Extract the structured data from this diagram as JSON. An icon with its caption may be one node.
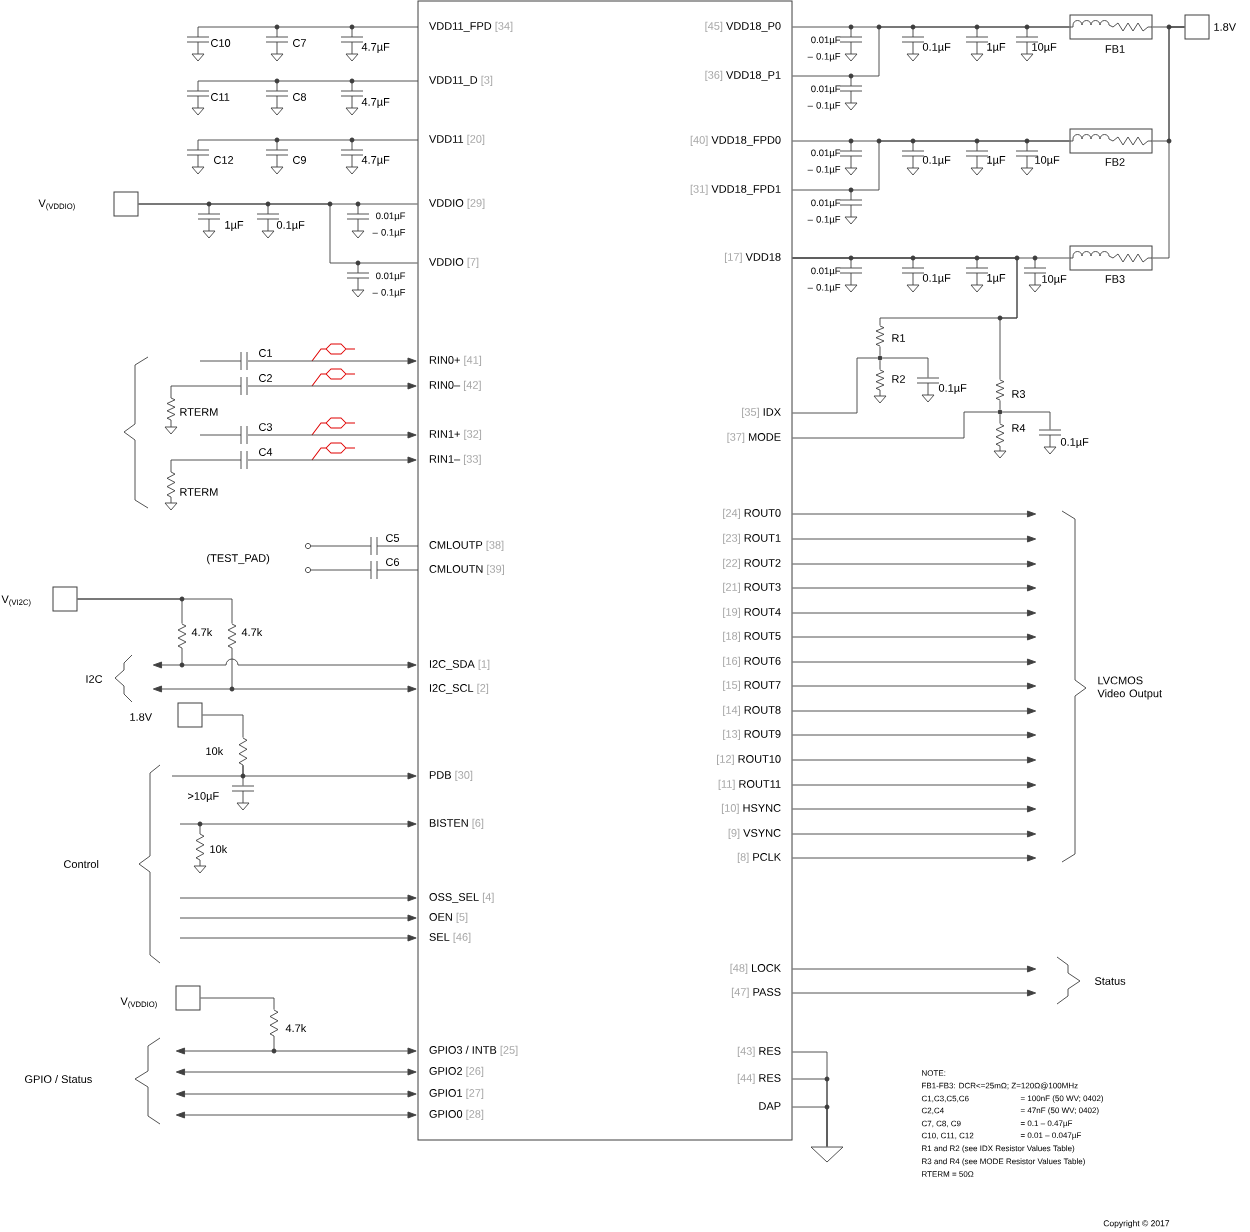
{
  "diagram": {
    "nodes": [
      {
        "text": [],
        "shape": "box"
      },
      {
        "text": [
          "VDD11_FPD",
          "[34]"
        ],
        "in": 0
      },
      {
        "text": [
          "VDD11_D",
          "[3]"
        ],
        "in": 0
      },
      {
        "text": [
          "VDD11",
          "[20]"
        ],
        "in": 0
      },
      {
        "text": [
          "VDDIO",
          "[29]"
        ],
        "in": 0
      },
      {
        "text": [
          "VDDIO",
          "[7]"
        ],
        "in": 0
      },
      {
        "text": [
          "RIN0+",
          "[41]"
        ],
        "in": 0
      },
      {
        "text": [
          "RIN0–",
          "[42]"
        ],
        "in": 0
      },
      {
        "text": [
          "RIN1+",
          "[32]"
        ],
        "in": 0
      },
      {
        "text": [
          "RIN1–",
          "[33]"
        ],
        "in": 0
      },
      {
        "text": [
          "CMLOUTP",
          "[38]"
        ],
        "in": 0
      },
      {
        "text": [
          "CMLOUTN",
          "[39]"
        ],
        "in": 0
      },
      {
        "text": [
          "I2C_SDA",
          "[1]"
        ],
        "in": 0
      },
      {
        "text": [
          "I2C_SCL",
          "[2]"
        ],
        "in": 0
      },
      {
        "text": [
          "PDB",
          "[30]"
        ],
        "in": 0
      },
      {
        "text": [
          "BISTEN",
          "[6]"
        ],
        "in": 0
      },
      {
        "text": [
          "OSS_SEL",
          "[4]"
        ],
        "in": 0
      },
      {
        "text": [
          "OEN",
          "[5]"
        ],
        "in": 0
      },
      {
        "text": [
          "SEL",
          "[46]"
        ],
        "in": 0
      },
      {
        "text": [
          "GPIO3 / INTB",
          "[25]"
        ],
        "in": 0
      },
      {
        "text": [
          "GPIO2",
          "[26]"
        ],
        "in": 0
      },
      {
        "text": [
          "GPIO1",
          "[27]"
        ],
        "in": 0
      },
      {
        "text": [
          "GPIO0",
          "[28]"
        ],
        "in": 0
      },
      {
        "text": [
          "[45]",
          "VDD18_P0"
        ],
        "in": 0
      },
      {
        "text": [
          "[36]",
          "VDD18_P1"
        ],
        "in": 0
      },
      {
        "text": [
          "[40]",
          "VDD18_FPD0"
        ],
        "in": 0
      },
      {
        "text": [
          "[31]",
          "VDD18_FPD1"
        ],
        "in": 0
      },
      {
        "text": [
          "[17]",
          "VDD18"
        ],
        "in": 0
      },
      {
        "text": [
          "[35]",
          "IDX"
        ],
        "in": 0
      },
      {
        "text": [
          "[37]",
          "MODE"
        ],
        "in": 0
      },
      {
        "text": [
          "[24]",
          "ROUT0"
        ],
        "in": 0
      },
      {
        "text": [
          "[23]",
          "ROUT1"
        ],
        "in": 0
      },
      {
        "text": [
          "[22]",
          "ROUT2"
        ],
        "in": 0
      },
      {
        "text": [
          "[21]",
          "ROUT3"
        ],
        "in": 0
      },
      {
        "text": [
          "[19]",
          "ROUT4"
        ],
        "in": 0
      },
      {
        "text": [
          "[18]",
          "ROUT5"
        ],
        "in": 0
      },
      {
        "text": [
          "[16]",
          "ROUT6"
        ],
        "in": 0
      },
      {
        "text": [
          "[15]",
          "ROUT7"
        ],
        "in": 0
      },
      {
        "text": [
          "[14]",
          "ROUT8"
        ],
        "in": 0
      },
      {
        "text": [
          "[13]",
          "ROUT9"
        ],
        "in": 0
      },
      {
        "text": [
          "[12]",
          "ROUT10"
        ],
        "in": 0
      },
      {
        "text": [
          "[11]",
          "ROUT11"
        ],
        "in": 0
      },
      {
        "text": [
          "[10]",
          "HSYNC"
        ],
        "in": 0
      },
      {
        "text": [
          "[9]",
          "VSYNC"
        ],
        "in": 0
      },
      {
        "text": [
          "[8]",
          "PCLK"
        ],
        "in": 0
      },
      {
        "text": [
          "[48]",
          "LOCK"
        ],
        "in": 0
      },
      {
        "text": [
          "[47]",
          "PASS"
        ],
        "in": 0
      },
      {
        "text": [
          "[43]",
          "RES"
        ],
        "in": 0
      },
      {
        "text": [
          "[44]",
          "RES"
        ],
        "in": 0
      },
      {
        "text": [
          "DAP"
        ],
        "in": 0
      },
      {
        "text": [],
        "shape": "box",
        "beside": [
          "FB1"
        ]
      },
      {
        "text": [],
        "shape": "box",
        "beside": [
          "FB2"
        ]
      },
      {
        "text": [],
        "shape": "box",
        "beside": [
          "FB3"
        ]
      },
      {
        "text": [],
        "shape": "box",
        "beside": [
          "1.8V"
        ]
      },
      {
        "text": [],
        "shape": "resistor",
        "beside": [
          "R1"
        ]
      },
      {
        "text": [],
        "shape": "resistor",
        "beside": [
          "R2"
        ]
      },
      {
        "text": [],
        "shape": "resistor",
        "beside": [
          "R3"
        ]
      },
      {
        "text": [],
        "shape": "resistor",
        "beside": [
          "R4"
        ]
      },
      {
        "text": [],
        "shape": "triangle"
      },
      {
        "text": [],
        "shape": "box",
        "beside": [
          "V$_{(VDDIO)}$"
        ]
      },
      {
        "text": [],
        "shape": "circle"
      },
      {
        "text": [],
        "shape": "circle"
      },
      {
        "text": [],
        "shape": "capacitor",
        "beside": [
          "0.1µF"
        ]
      },
      {
        "text": [],
        "shape": "capacitor",
        "beside": [
          "0.1µF"
        ]
      },
      {
        "text": [],
        "shape": "box",
        "beside": [
          "V$_{(VI2C)}$"
        ]
      },
      {
        "text": [],
        "shape": "box",
        "beside": [
          "1.8V"
        ]
      },
      {
        "text": [],
        "shape": "box",
        "beside": [
          "V$_{(VDDIO)}$"
        ]
      },
      {
        "text": [],
        "shape": "resistor",
        "beside": [
          "4.7k"
        ]
      },
      {
        "text": [],
        "shape": "resistor",
        "beside": [
          "4.7k"
        ]
      },
      {
        "text": [],
        "shape": "resistor",
        "beside": [
          "10k"
        ]
      },
      {
        "text": [],
        "shape": "resistor",
        "beside": [
          "4.7k"
        ]
      },
      {
        "text": [],
        "shape": "capacitor",
        "beside": [
          ">10µF"
        ]
      }
    ],
    "edges": [
      {
        "from": null,
        "to": 6,
        "arrow": "to"
      },
      {
        "from": null,
        "to": 7,
        "arrow": "to"
      },
      {
        "from": null,
        "to": 8,
        "arrow": "to"
      },
      {
        "from": null,
        "to": 9,
        "arrow": "to"
      },
      {
        "from": null,
        "to": 12,
        "arrow": "both"
      },
      {
        "from": null,
        "to": 13,
        "arrow": "both"
      },
      {
        "from": null,
        "to": 14,
        "arrow": "to"
      },
      {
        "from": null,
        "to": 15,
        "arrow": "to"
      },
      {
        "from": null,
        "to": 16,
        "arrow": "to"
      },
      {
        "from": null,
        "to": 17,
        "arrow": "to"
      },
      {
        "from": null,
        "to": 18,
        "arrow": "to"
      },
      {
        "from": null,
        "to": 19,
        "arrow": "both"
      },
      {
        "from": null,
        "to": 20,
        "arrow": "both"
      },
      {
        "from": null,
        "to": 21,
        "arrow": "both"
      },
      {
        "from": null,
        "to": 22,
        "arrow": "both"
      },
      {
        "from": 30,
        "to": null,
        "arrow": "to"
      },
      {
        "from": 31,
        "to": null,
        "arrow": "to"
      },
      {
        "from": 32,
        "to": null,
        "arrow": "to"
      },
      {
        "from": 33,
        "to": null,
        "arrow": "to"
      },
      {
        "from": 34,
        "to": null,
        "arrow": "to"
      },
      {
        "from": 35,
        "to": null,
        "arrow": "to"
      },
      {
        "from": 36,
        "to": null,
        "arrow": "to"
      },
      {
        "from": 37,
        "to": null,
        "arrow": "to"
      },
      {
        "from": 38,
        "to": null,
        "arrow": "to"
      },
      {
        "from": 39,
        "to": null,
        "arrow": "to"
      },
      {
        "from": 40,
        "to": null,
        "arrow": "to"
      },
      {
        "from": 41,
        "to": null,
        "arrow": "to"
      },
      {
        "from": 42,
        "to": null,
        "arrow": "to"
      },
      {
        "from": 43,
        "to": null,
        "arrow": "to"
      },
      {
        "from": 44,
        "to": null,
        "arrow": "to"
      },
      {
        "from": 45,
        "to": null,
        "arrow": "to"
      },
      {
        "from": 46,
        "to": null,
        "arrow": "to"
      },
      {
        "from": 59,
        "to": 4,
        "arrow": "none"
      },
      {
        "from": 59,
        "to": 5,
        "arrow": "none"
      },
      {
        "from": 23,
        "to": 50,
        "arrow": "none"
      },
      {
        "from": 24,
        "to": 50,
        "arrow": "none"
      },
      {
        "from": 25,
        "to": 51,
        "arrow": "none"
      },
      {
        "from": 26,
        "to": 51,
        "arrow": "none"
      },
      {
        "from": 27,
        "to": 52,
        "arrow": "none"
      },
      {
        "from": 53,
        "to": 50,
        "arrow": "none"
      },
      {
        "from": 53,
        "to": 51,
        "arrow": "none"
      },
      {
        "from": 53,
        "to": 52,
        "arrow": "none"
      },
      {
        "from": 27,
        "to": 54,
        "arrow": "none"
      },
      {
        "from": 27,
        "to": 56,
        "arrow": "none"
      },
      {
        "from": 54,
        "to": 60,
        "arrow": "none"
      },
      {
        "from": 55,
        "to": 60,
        "arrow": "none"
      },
      {
        "from": 60,
        "to": 28,
        "arrow": "none"
      },
      {
        "from": 60,
        "to": 62,
        "arrow": "none"
      },
      {
        "from": 56,
        "to": 61,
        "arrow": "none"
      },
      {
        "from": 57,
        "to": 61,
        "arrow": "none"
      },
      {
        "from": 61,
        "to": 29,
        "arrow": "none"
      },
      {
        "from": 61,
        "to": 63,
        "arrow": "none"
      },
      {
        "from": 47,
        "to": 58,
        "arrow": "none"
      },
      {
        "from": 48,
        "to": 58,
        "arrow": "none"
      },
      {
        "from": 49,
        "to": 58,
        "arrow": "none"
      },
      {
        "from": 64,
        "to": 67,
        "arrow": "none"
      },
      {
        "from": 64,
        "to": 68,
        "arrow": "none"
      },
      {
        "from": 65,
        "to": 69,
        "arrow": "none"
      },
      {
        "from": 66,
        "to": 70,
        "arrow": "none"
      },
      {
        "from": 69,
        "to": 71,
        "arrow": "none"
      }
    ],
    "labels": [
      "C10",
      "C7",
      "4.7µF",
      "C11",
      "C8",
      "4.7µF",
      "C12",
      "C9",
      "4.7µF",
      "1µF",
      "0.1µF",
      "0.01µF – 0.1µF",
      "0.01µF – 0.1µF",
      "0.01µF – 0.1µF",
      "0.1µF",
      "1µF",
      "10µF",
      "0.01µF – 0.1µF",
      "0.01µF – 0.1µF",
      "0.1µF",
      "1µF",
      "10µF",
      "0.01µF – 0.1µF",
      "0.01µF – 0.1µF",
      "0.1µF",
      "1µF",
      "10µF",
      "C1",
      "C2",
      "RTERM",
      "C3",
      "C4",
      "RTERM",
      "(TEST_PAD)",
      "C5",
      "C6",
      "I2C",
      "10k",
      "Control",
      "GPIO / Status",
      "LVCMOS Video Output",
      "Status",
      "NOTE:",
      "FB1-FB3: DCR<=25mΩ; Z=120Ω@100MHz",
      "C1,C3,C5,C6",
      "= 100nF (50 WV; 0402)",
      "C2,C4",
      "= 47nF (50 WV; 0402)",
      "C7, C8, C9",
      "= 0.1 – 0.47µF",
      "C10, C11, C12",
      "= 0.01 – 0.047µF",
      "R1 and R2 (see IDX Resistor Values Table)",
      "R3 and R4 (see MODE Resistor Values Table)",
      "RTERM = 50Ω",
      "Copyright © 2017"
    ]
  }
}
